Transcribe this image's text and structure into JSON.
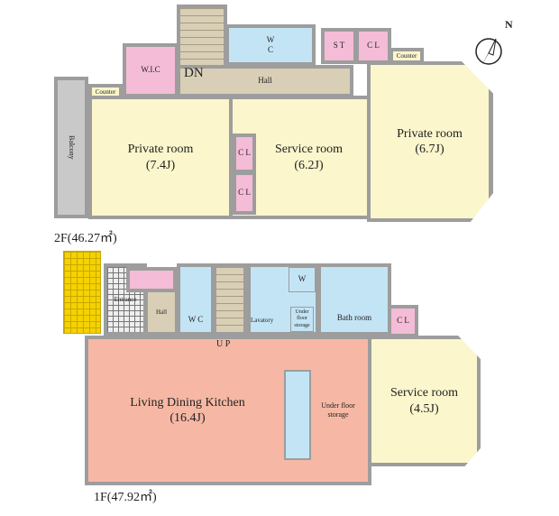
{
  "floor2": {
    "area_label": "2F(46.27㎡)",
    "rooms": {
      "wic": "W.I.C",
      "dn": "DN",
      "hall": "Hall",
      "wc_w": "W",
      "wc_c": "C",
      "st": "S T",
      "cl": "C L",
      "counter_left": "Counter",
      "counter_right": "Counter",
      "balcony": "Balcony",
      "private_a": {
        "name": "Private room",
        "size": "(7.4J)"
      },
      "service": {
        "name": "Service room",
        "size": "(6.2J)"
      },
      "private_b": {
        "name": "Private room",
        "size": "(6.7J)"
      },
      "cl1": "C L",
      "cl2": "C L"
    }
  },
  "floor1": {
    "area_label": "1F(47.92㎡)",
    "rooms": {
      "entrance": "Entrance",
      "hall": "Hall",
      "wc": "W C",
      "up": "U P",
      "lavatory": "Lavatory",
      "w": "W",
      "underfloor_small": "Under floor storage",
      "bath": "Bath room",
      "cl": "C L",
      "ldk": {
        "name": "Living Dining Kitchen",
        "size": "(16.4J)"
      },
      "service": {
        "name": "Service room",
        "size": "(4.5J)"
      },
      "underfloor": "Under floor storage"
    }
  },
  "compass": {
    "label": "N"
  },
  "colors": {
    "room": "#fbf6cc",
    "closet": "#f4bcd6",
    "water": "#c3e4f5",
    "hall": "#d9cfb6",
    "ldk": "#f6b8a4",
    "wall": "#9d9d9d"
  }
}
